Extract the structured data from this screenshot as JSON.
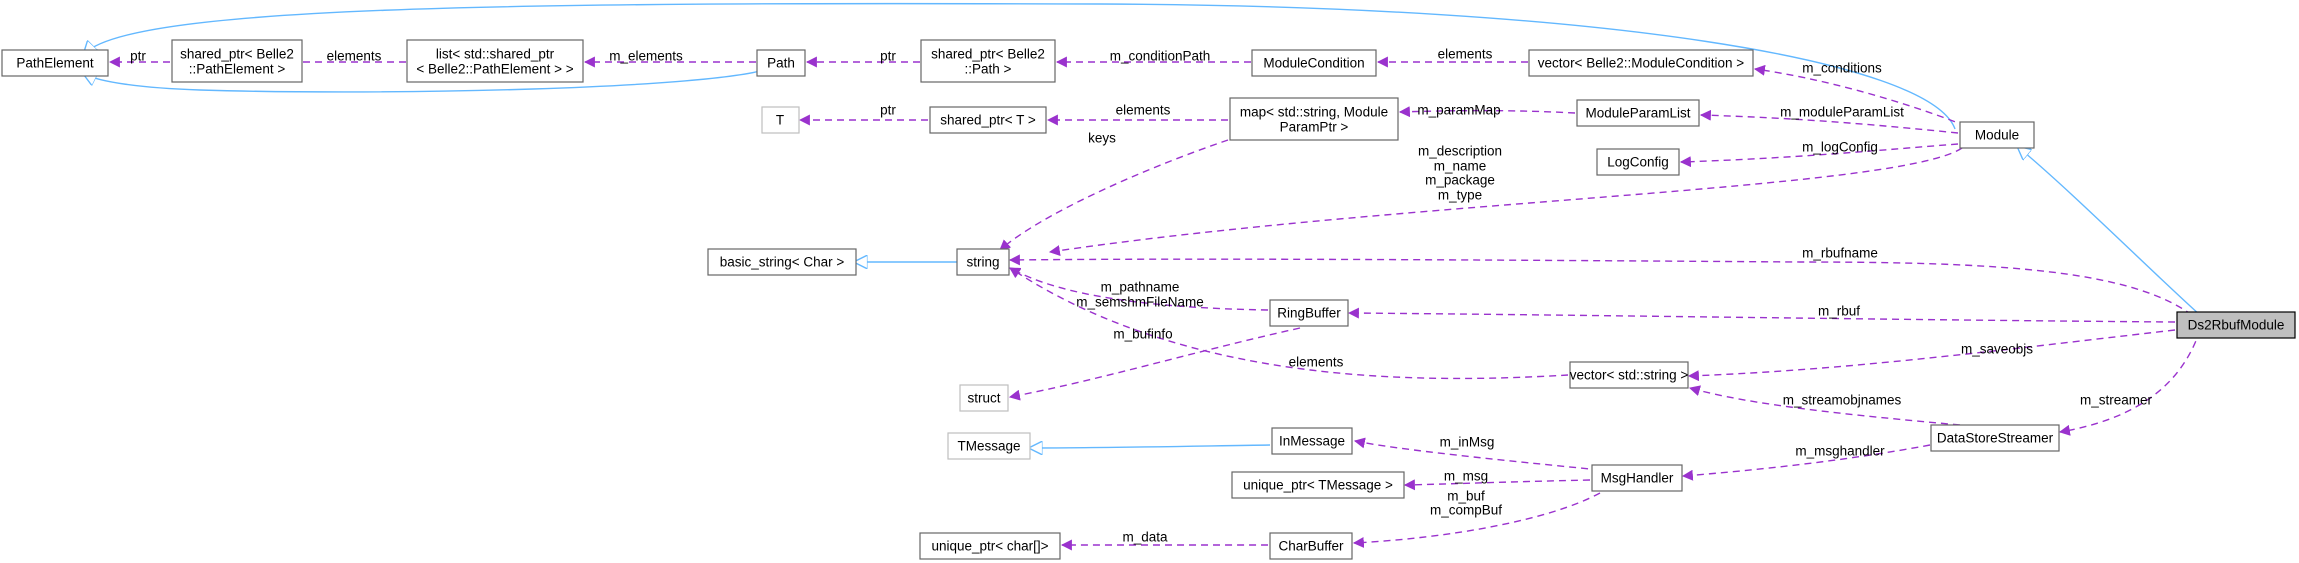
{
  "colors": {
    "usage": "#9a32cd",
    "inherit": "#63b8ff",
    "highlight_fill": "#bfbfbf"
  },
  "nodes": {
    "PathElement": "PathElement",
    "shared_ptr_pathelement": [
      "shared_ptr< Belle2",
      "::PathElement >"
    ],
    "list_shared_ptr": [
      "list< std::shared_ptr",
      "< Belle2::PathElement > >"
    ],
    "Path": "Path",
    "shared_ptr_path": [
      "shared_ptr< Belle2",
      "::Path >"
    ],
    "ModuleCondition": "ModuleCondition",
    "vector_modulecondition": "vector< Belle2::ModuleCondition >",
    "T": "T",
    "shared_ptr_T": "shared_ptr< T >",
    "map_string": [
      "map< std::string, Module",
      "ParamPtr >"
    ],
    "ModuleParamList": "ModuleParamList",
    "LogConfig": "LogConfig",
    "Module": "Module",
    "basic_string": "basic_string< Char >",
    "string": "string",
    "RingBuffer": "RingBuffer",
    "struct": "struct",
    "vector_string": "vector< std::string >",
    "Ds2RbufModule": "Ds2RbufModule",
    "TMessage": "TMessage",
    "InMessage": "InMessage",
    "DataStoreStreamer": "DataStoreStreamer",
    "unique_ptr_tmessage": "unique_ptr< TMessage >",
    "MsgHandler": "MsgHandler",
    "unique_ptr_char": "unique_ptr< char[]>",
    "CharBuffer": "CharBuffer"
  },
  "edge_labels": {
    "ptr_pathelement": "ptr",
    "elements_list": "elements",
    "m_elements": "m_elements",
    "ptr_path": "ptr",
    "m_conditionPath": "m_conditionPath",
    "elements_conditions": "elements",
    "m_conditions": "m_conditions",
    "ptr_T": "ptr",
    "elements_map": "elements",
    "m_paramMap": "m_paramMap",
    "m_moduleParamList": "m_moduleParamList",
    "keys": "keys",
    "m_logConfig": "m_logConfig",
    "module_strings": [
      "m_description",
      "m_name",
      "m_package",
      "m_type"
    ],
    "m_rbufname": "m_rbufname",
    "ringbuffer_strings": [
      "m_pathname",
      "m_semshmFileName"
    ],
    "m_rbuf": "m_rbuf",
    "m_bufinfo": "m_bufinfo",
    "elements_vecstring": "elements",
    "m_saveobjs": "m_saveobjs",
    "m_streamer": "m_streamer",
    "m_streamobjnames": "m_streamobjnames",
    "m_msghandler": "m_msghandler",
    "m_inMsg": "m_inMsg",
    "m_msg": "m_msg",
    "charbuf_labels": [
      "m_buf",
      "m_compBuf"
    ],
    "m_data": "m_data"
  }
}
